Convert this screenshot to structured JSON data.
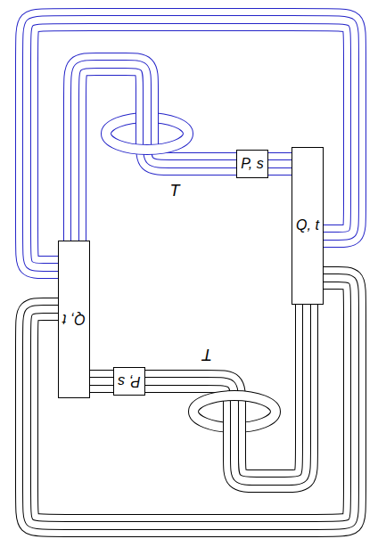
{
  "diagram": {
    "nodes": [
      {
        "text": [
          "P, s"
        ]
      },
      {
        "text": [
          "Q, t"
        ]
      },
      {
        "text": [
          "Q, t"
        ]
      },
      {
        "text": [
          "P, s"
        ]
      }
    ],
    "edges": [
      {
        "from": 2,
        "to": 1,
        "arrow": "none"
      },
      {
        "from": 2,
        "to": 0,
        "arrow": "none"
      },
      {
        "from": 0,
        "to": 1,
        "arrow": "none"
      },
      {
        "from": 1,
        "to": 2,
        "arrow": "none"
      },
      {
        "from": 1,
        "to": 3,
        "arrow": "none"
      },
      {
        "from": 3,
        "to": 2,
        "arrow": "none"
      }
    ],
    "labels": [
      "T",
      "T"
    ]
  }
}
